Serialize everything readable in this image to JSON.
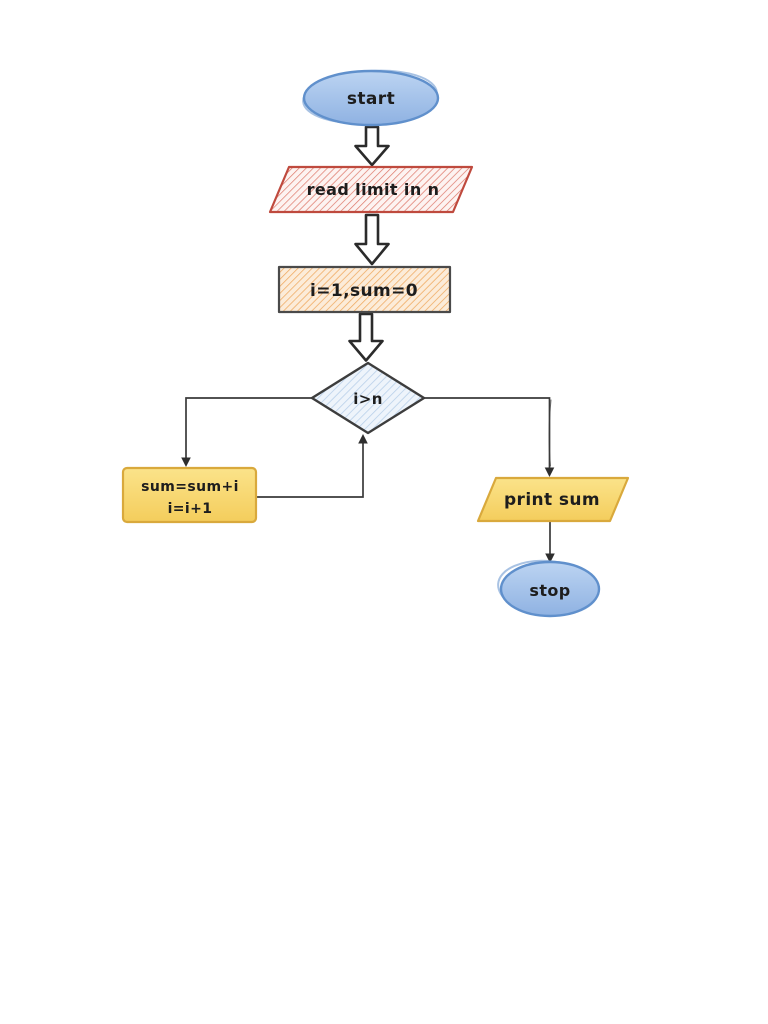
{
  "page": {
    "background": "#ffffff",
    "description": "Hand-drawn style flowchart computing sum of 1..n"
  },
  "flowchart": {
    "nodes": {
      "start": {
        "type": "terminator",
        "label": "start"
      },
      "read_input": {
        "type": "io",
        "label": "read limit in n"
      },
      "initialize": {
        "type": "process",
        "label": "i=1,sum=0"
      },
      "decision": {
        "type": "decision",
        "label": "i>n"
      },
      "accumulate": {
        "type": "process",
        "line1": "sum=sum+i",
        "line2": "i=i+1"
      },
      "output": {
        "type": "io",
        "label": "print sum"
      },
      "stop": {
        "type": "terminator",
        "label": "stop"
      }
    },
    "edges": [
      {
        "from": "start",
        "to": "read_input",
        "style": "block-arrow"
      },
      {
        "from": "read_input",
        "to": "initialize",
        "style": "block-arrow"
      },
      {
        "from": "initialize",
        "to": "decision",
        "style": "block-arrow"
      },
      {
        "from": "decision",
        "to": "accumulate",
        "style": "thin-arrow",
        "branch": "false"
      },
      {
        "from": "accumulate",
        "to": "decision",
        "style": "thin-arrow",
        "branch": "loop-back"
      },
      {
        "from": "decision",
        "to": "output",
        "style": "thin-arrow",
        "branch": "true"
      },
      {
        "from": "output",
        "to": "stop",
        "style": "thin-arrow"
      }
    ],
    "colors": {
      "terminator_fill_top": "#bcd4f2",
      "terminator_fill_bottom": "#8fb2e2",
      "terminator_border": "#6090cc",
      "io_red_border": "#bf4a3e",
      "io_red_hatch_line": "#dd7668",
      "io_red_hatch_bg": "#fdf3f1",
      "process_border_dark": "#4a4a4a",
      "process_orange_hatch_line": "#efa95f",
      "process_orange_hatch_bg": "#fcecd9",
      "decision_border": "#3d3d3d",
      "decision_hatch_line": "#b9d0ea",
      "decision_hatch_bg": "#eef4fb",
      "yellow_fill_top": "#fbe38a",
      "yellow_fill_bottom": "#f4cd5c",
      "yellow_border": "#d9a93c",
      "connector": "#3a3a3a",
      "text": "#1d1d1d"
    }
  }
}
